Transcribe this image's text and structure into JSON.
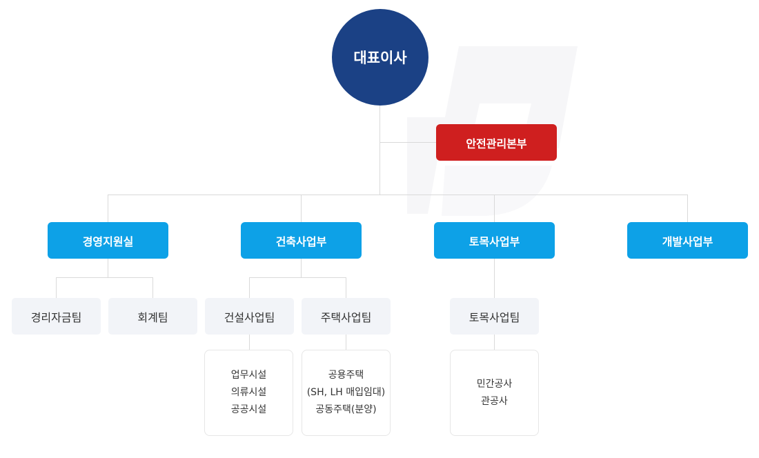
{
  "ceo": {
    "label": "대표이사"
  },
  "safety": {
    "label": "안전관리본부"
  },
  "departments": [
    {
      "label": "경영지원실"
    },
    {
      "label": "건축사업부"
    },
    {
      "label": "토목사업부"
    },
    {
      "label": "개발사업부"
    }
  ],
  "teams": [
    {
      "label": "경리자금팀"
    },
    {
      "label": "회계팀"
    },
    {
      "label": "건설사업팀"
    },
    {
      "label": "주택사업팀"
    },
    {
      "label": "토목사업팀"
    }
  ],
  "details": {
    "construction": [
      "업무시설",
      "의류시설",
      "공공시설"
    ],
    "housing": [
      "공용주택",
      "(SH, LH 매입임대)",
      "공동주택(분양)"
    ],
    "civil": [
      "민간공사",
      "관공사"
    ]
  },
  "colors": {
    "ceo": "#1b4185",
    "safety": "#cf1f1f",
    "department": "#0da1e7",
    "team_bg": "#f2f4f8",
    "line": "#d9d9d9"
  }
}
